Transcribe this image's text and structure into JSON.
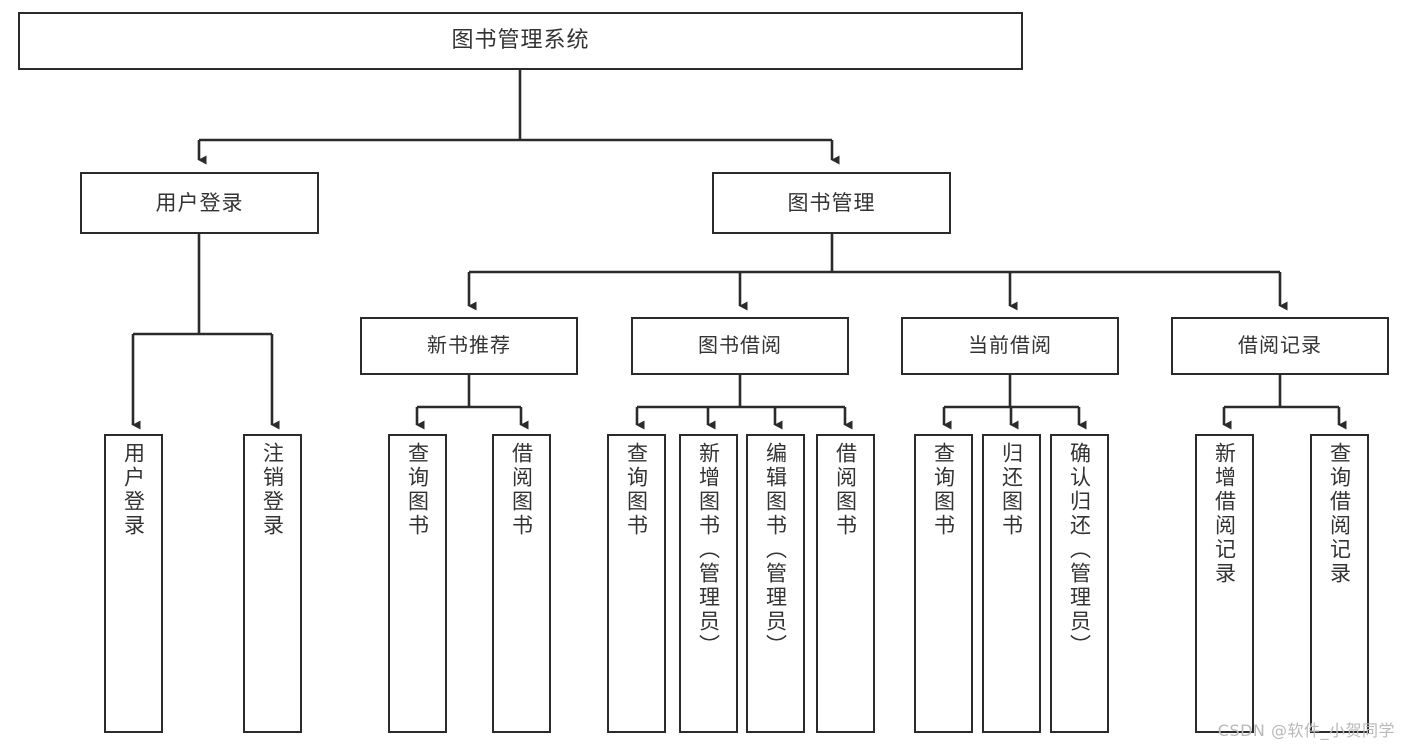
{
  "diagram": {
    "title": "图书管理系统",
    "type": "hierarchy-tree",
    "root": {
      "label": "图书管理系统"
    },
    "level2": [
      {
        "label": "用户登录"
      },
      {
        "label": "图书管理"
      }
    ],
    "level3": [
      {
        "label": "新书推荐"
      },
      {
        "label": "图书借阅"
      },
      {
        "label": "当前借阅"
      },
      {
        "label": "借阅记录"
      }
    ],
    "leaves": {
      "user_login": [
        {
          "label": "用户登录"
        },
        {
          "label": "注销登录"
        }
      ],
      "new_book_recommend": [
        {
          "label": "查询图书"
        },
        {
          "label": "借阅图书"
        }
      ],
      "book_borrow": [
        {
          "label": "查询图书"
        },
        {
          "label": "新增图书（管理员）"
        },
        {
          "label": "编辑图书（管理员）"
        },
        {
          "label": "借阅图书"
        }
      ],
      "current_borrow": [
        {
          "label": "查询图书"
        },
        {
          "label": "归还图书"
        },
        {
          "label": "确认归还（管理员）"
        }
      ],
      "borrow_record": [
        {
          "label": "新增借阅记录"
        },
        {
          "label": "查询借阅记录"
        }
      ]
    }
  },
  "watermark": {
    "text": "CSDN @软件_小贺同学"
  },
  "colors": {
    "stroke": "#2b2b2b",
    "fill": "#ffffff",
    "text": "#333333",
    "watermark": "#b9b9b9"
  }
}
